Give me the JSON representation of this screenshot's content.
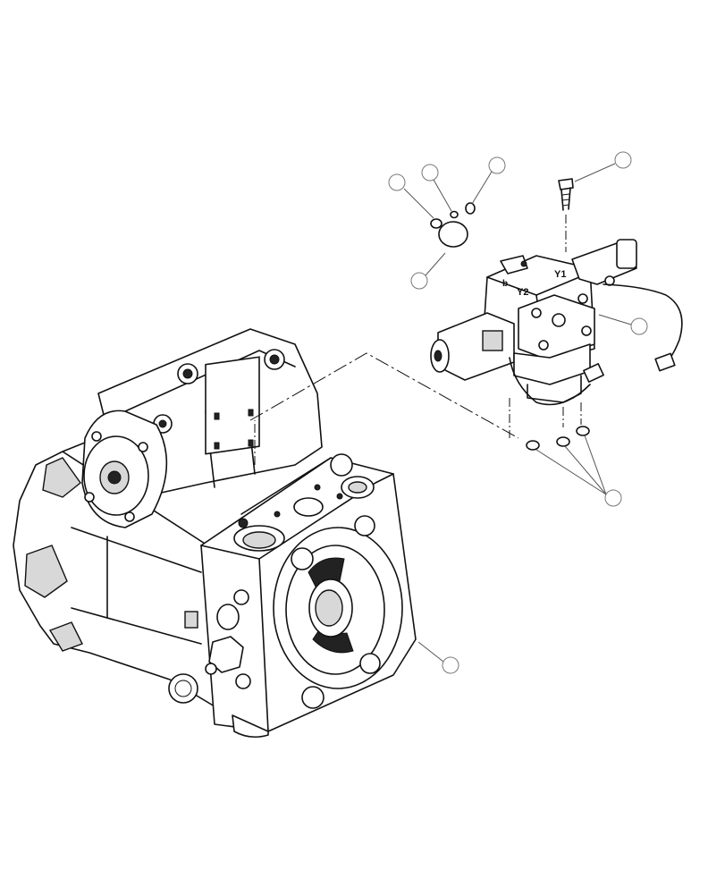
{
  "valve": {
    "label_y1": "Y1",
    "label_y2": "Y2",
    "label_b": "b"
  }
}
